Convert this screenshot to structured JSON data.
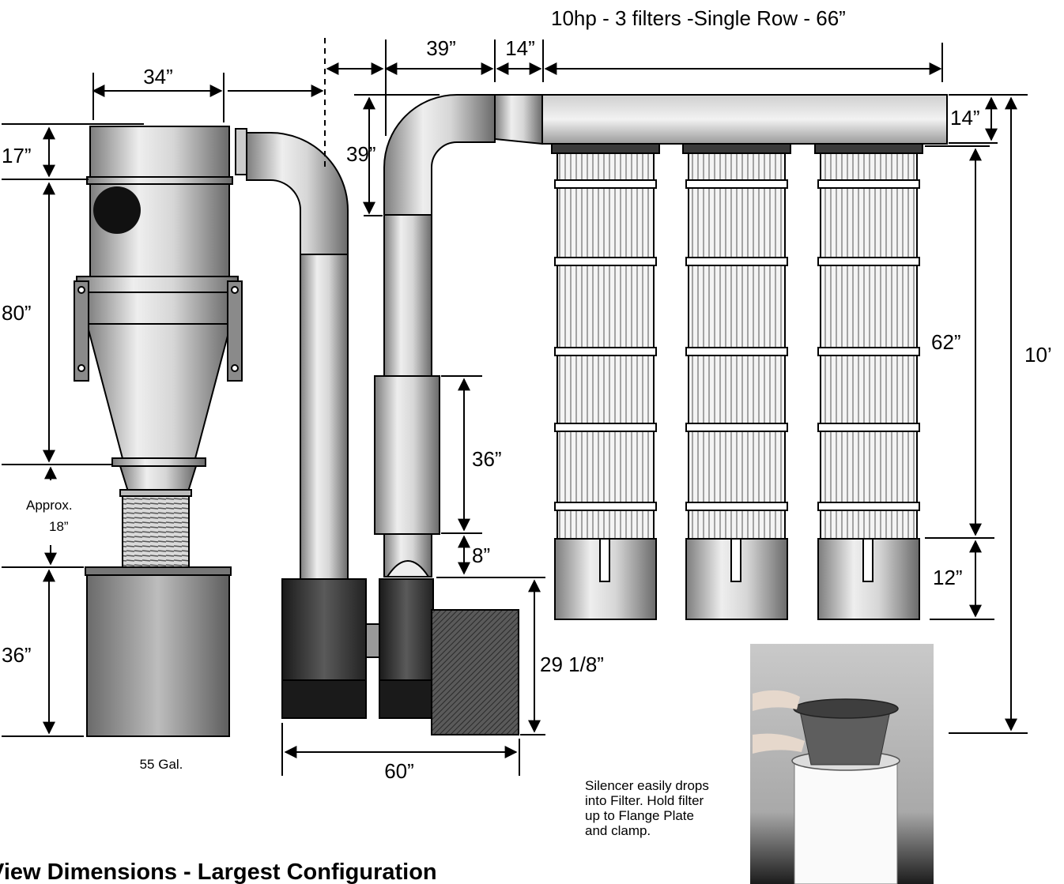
{
  "title": "10hp - 3 filters -Single Row - 66”",
  "heading": "View Dimensions - Largest Configuration",
  "dimensions": {
    "cyclone_width": "34”",
    "inlet_height": "17”",
    "cyclone_height": "80”",
    "flex_hose_line1": "Approx.",
    "flex_hose_line2": "18”",
    "drum_height": "36”",
    "drum_label": "55 Gal.",
    "duct_run": "39”",
    "transition": "14”",
    "elbow_drop": "39”",
    "plenum_height": "14”",
    "silencer_length": "36”",
    "blower_gap": "8”",
    "blower_height": "29 1/8”",
    "blower_width": "60”",
    "filter_height": "62”",
    "bin_height": "12”",
    "overall_height": "10’"
  },
  "photo_caption": [
    "Silencer easily drops",
    "into Filter. Hold filter",
    "up to Flange Plate",
    "and clamp."
  ]
}
